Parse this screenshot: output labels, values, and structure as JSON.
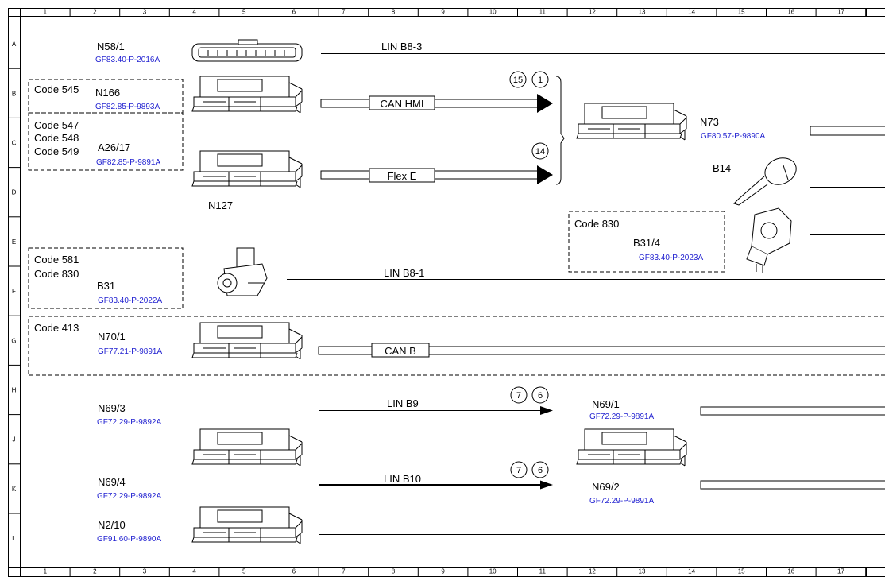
{
  "grid": {
    "columns": [
      "1",
      "2",
      "3",
      "4",
      "5",
      "6",
      "7",
      "8",
      "9",
      "10",
      "11",
      "12",
      "13",
      "14",
      "15",
      "16",
      "17"
    ],
    "rows": [
      "A",
      "B",
      "C",
      "D",
      "E",
      "F",
      "G",
      "H",
      "J",
      "K",
      "L"
    ]
  },
  "code_groups": {
    "g545": {
      "lines": [
        "Code 545"
      ]
    },
    "g547": {
      "lines": [
        "Code 547",
        "Code 548",
        "Code 549"
      ]
    },
    "g581": {
      "lines": [
        "Code 581",
        "Code 830"
      ]
    },
    "g413": {
      "lines": [
        "Code 413"
      ]
    },
    "g830": {
      "lines": [
        "Code 830"
      ]
    }
  },
  "components": {
    "n58_1": {
      "label": "N58/1",
      "ref": "GF83.40-P-2016A"
    },
    "n166": {
      "label": "N166",
      "ref": "GF82.85-P-9893A"
    },
    "a26_17": {
      "label": "A26/17",
      "ref": "GF82.85-P-9891A"
    },
    "n127": {
      "label": "N127"
    },
    "n73": {
      "label": "N73",
      "ref": "GF80.57-P-9890A"
    },
    "b14": {
      "label": "B14"
    },
    "b31_4": {
      "label": "B31/4",
      "ref": "GF83.40-P-2023A"
    },
    "b31": {
      "label": "B31",
      "ref": "GF83.40-P-2022A"
    },
    "n70_1": {
      "label": "N70/1",
      "ref": "GF77.21-P-9891A"
    },
    "n69_3": {
      "label": "N69/3",
      "ref": "GF72.29-P-9892A"
    },
    "n69_1": {
      "label": "N69/1",
      "ref": "GF72.29-P-9891A"
    },
    "n69_4": {
      "label": "N69/4",
      "ref": "GF72.29-P-9892A"
    },
    "n69_2": {
      "label": "N69/2",
      "ref": "GF72.29-P-9891A"
    },
    "n2_10": {
      "label": "N2/10",
      "ref": "GF91.60-P-9890A"
    }
  },
  "buses": {
    "lin_b8_3": "LIN B8-3",
    "can_hmi": "CAN HMI",
    "flex_e": "Flex E",
    "lin_b8_1": "LIN B8-1",
    "can_b": "CAN B",
    "lin_b9": "LIN B9",
    "lin_b10": "LIN B10"
  },
  "markers": {
    "m15": "15",
    "m1": "1",
    "m14": "14",
    "m7a": "7",
    "m6a": "6",
    "m7b": "7",
    "m6b": "6"
  },
  "colors": {
    "reference_link": "#1f1fd0",
    "line": "#000000"
  }
}
